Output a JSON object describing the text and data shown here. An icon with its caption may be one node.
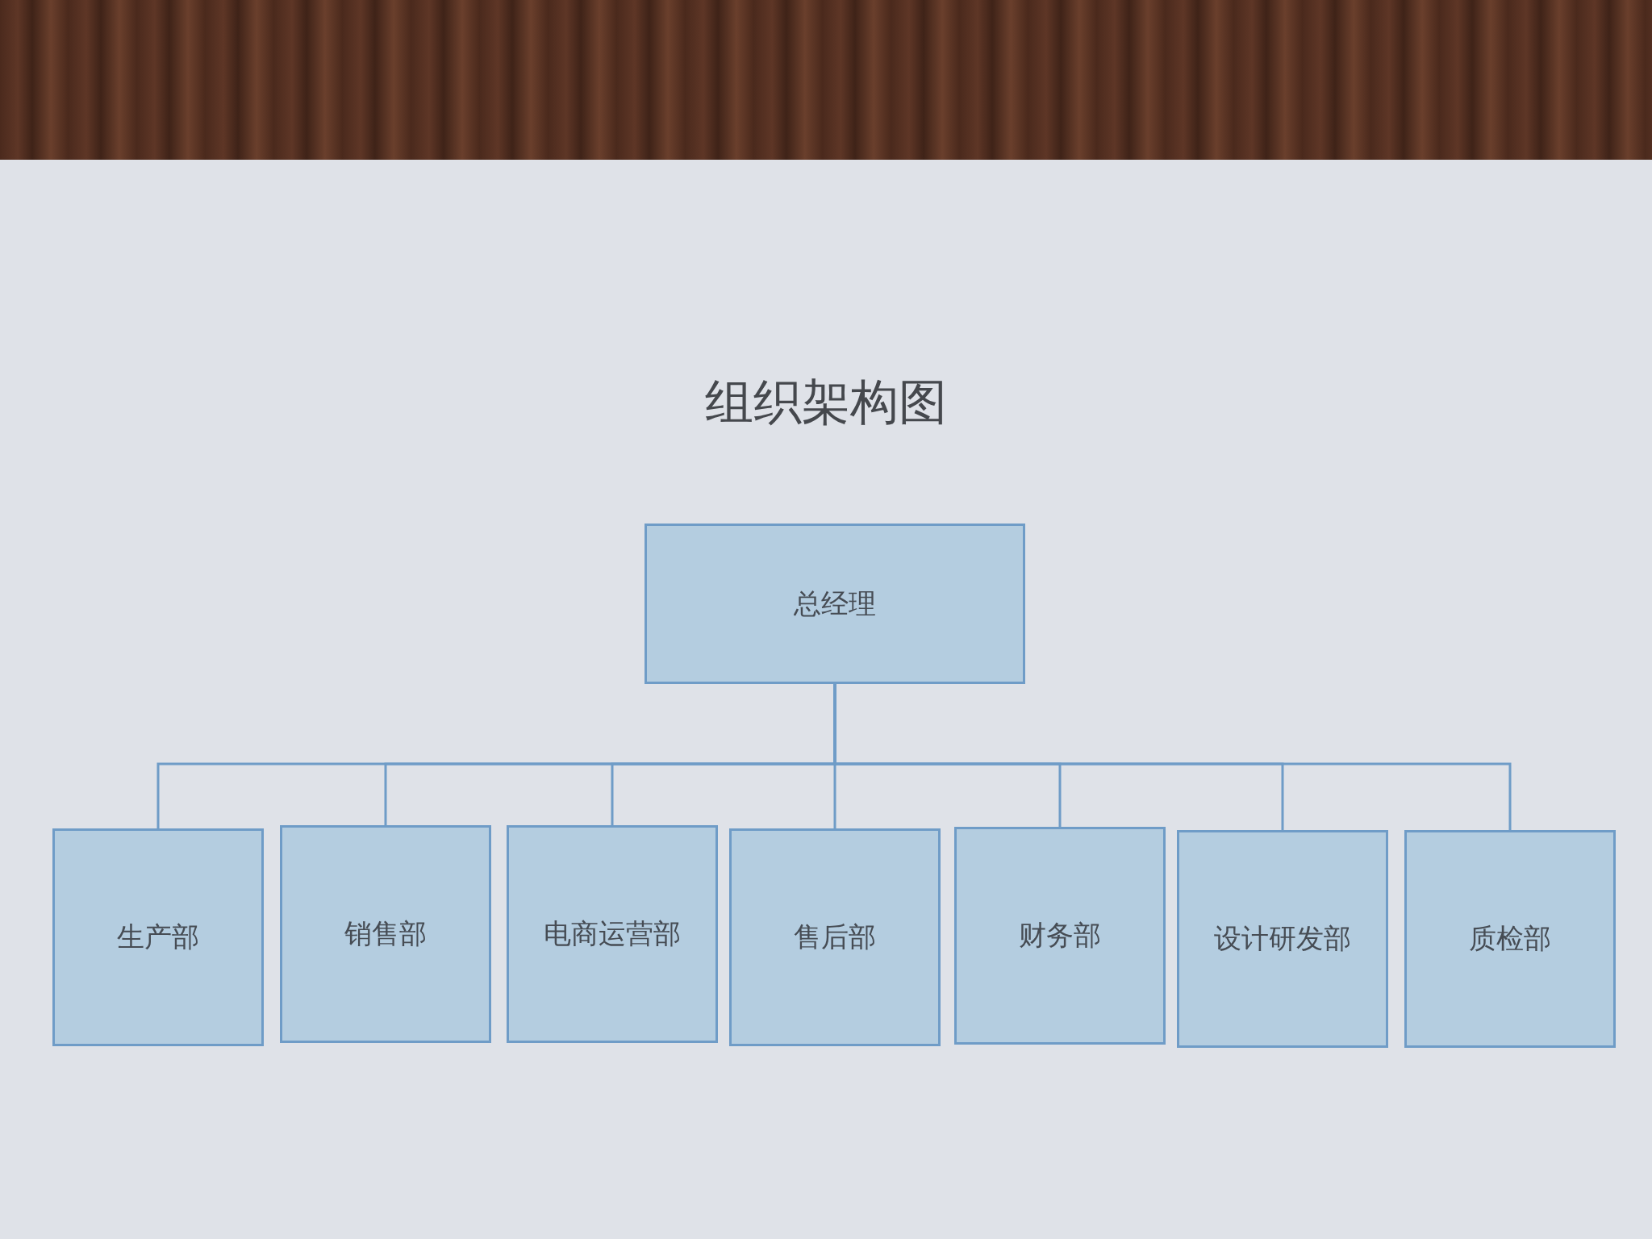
{
  "diagram": {
    "title": "组织架构图",
    "nodes": [
      {
        "text": [
          "总经理"
        ]
      },
      {
        "text": [
          "生产部"
        ]
      },
      {
        "text": [
          "销售部"
        ]
      },
      {
        "text": [
          "电商运营部"
        ]
      },
      {
        "text": [
          "售后部"
        ]
      },
      {
        "text": [
          "财务部"
        ]
      },
      {
        "text": [
          "设计研发部"
        ]
      },
      {
        "text": [
          "质检部"
        ]
      }
    ],
    "edges": [
      {
        "from": 0,
        "to": 1,
        "arrow": "none"
      },
      {
        "from": 0,
        "to": 2,
        "arrow": "none"
      },
      {
        "from": 0,
        "to": 3,
        "arrow": "none"
      },
      {
        "from": 0,
        "to": 4,
        "arrow": "none"
      },
      {
        "from": 0,
        "to": 5,
        "arrow": "none"
      },
      {
        "from": 0,
        "to": 6,
        "arrow": "none"
      },
      {
        "from": 0,
        "to": 7,
        "arrow": "none"
      }
    ]
  }
}
